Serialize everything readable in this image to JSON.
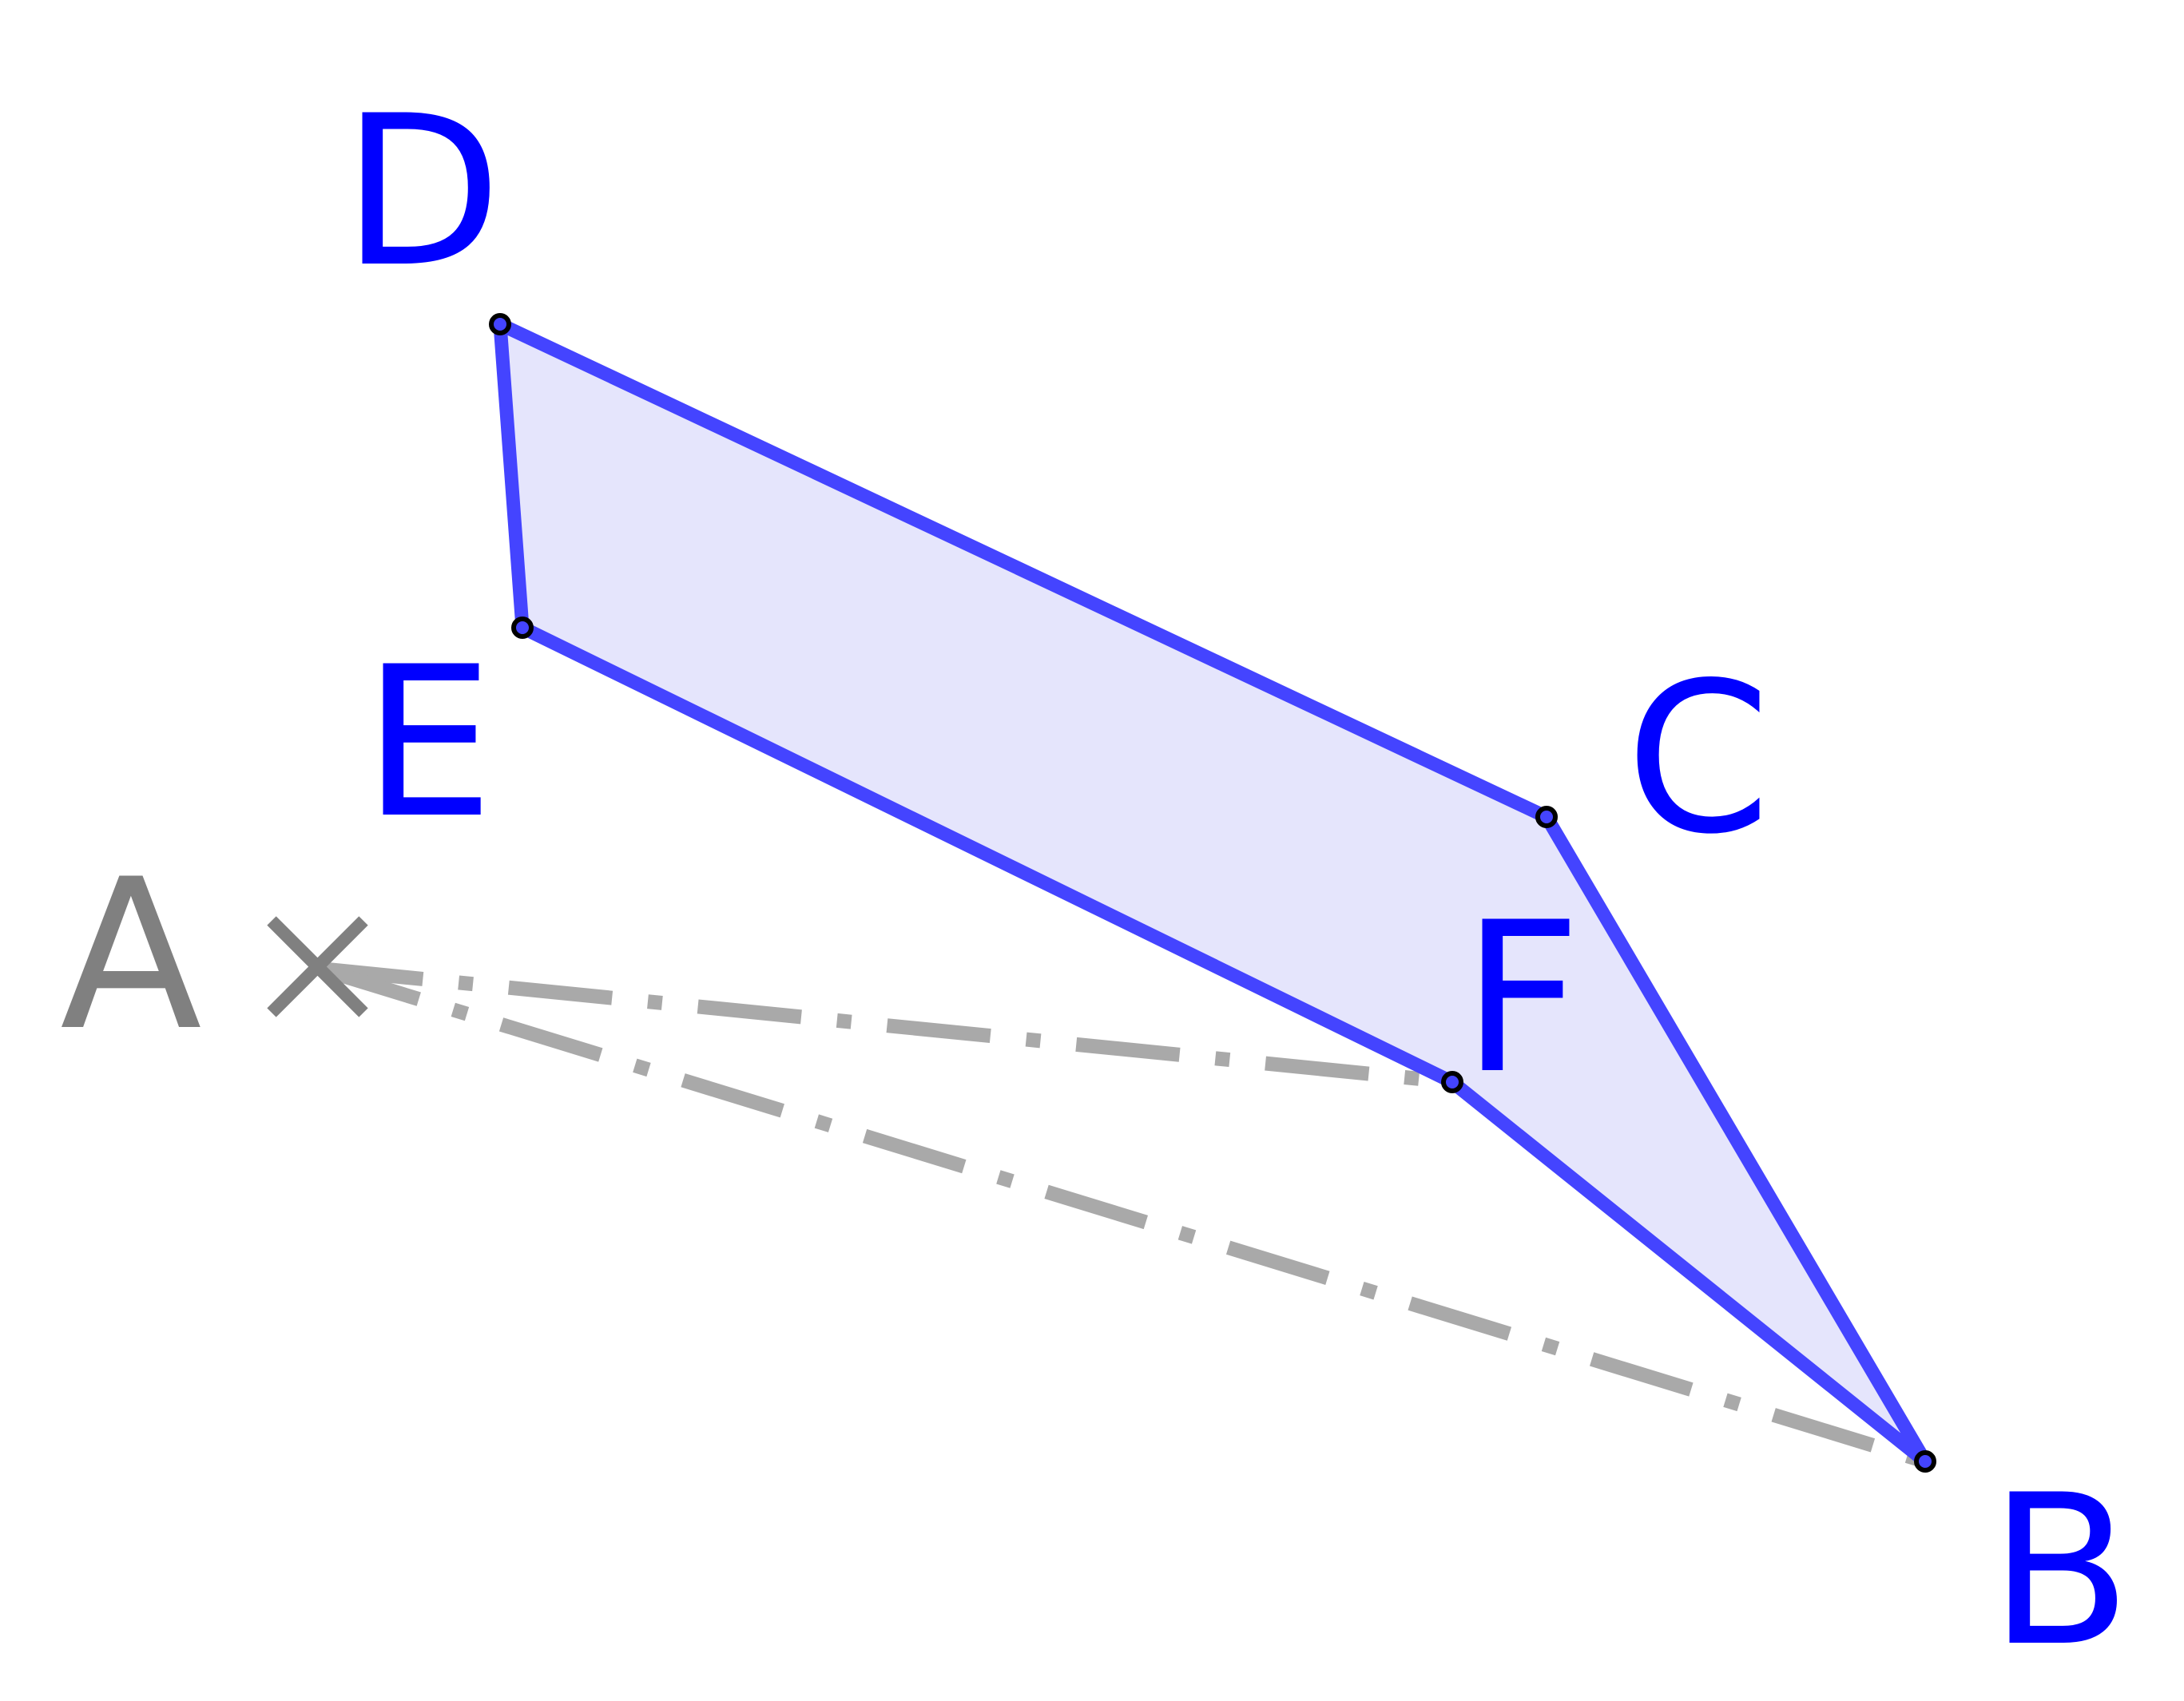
{
  "diagram": {
    "points": {
      "A": {
        "label": "A",
        "marker": "cross-mark",
        "color": "#808080"
      },
      "B": {
        "label": "B",
        "color": "#0000ff"
      },
      "C": {
        "label": "C",
        "color": "#0000ff"
      },
      "D": {
        "label": "D",
        "color": "#0000ff"
      },
      "E": {
        "label": "E",
        "color": "#0000ff"
      },
      "F": {
        "label": "F",
        "color": "#0000ff"
      }
    },
    "polygon": {
      "vertices": [
        "D",
        "C",
        "B",
        "F",
        "E"
      ],
      "stroke_color": "#4444ff",
      "fill_color": "#e5e5fc"
    },
    "dashed_segments": [
      {
        "from": "A",
        "to": "F",
        "style": "dash-dot",
        "color": "#a9a9a9"
      },
      {
        "from": "A",
        "to": "B",
        "style": "dash-dot",
        "color": "#a9a9a9"
      }
    ]
  }
}
